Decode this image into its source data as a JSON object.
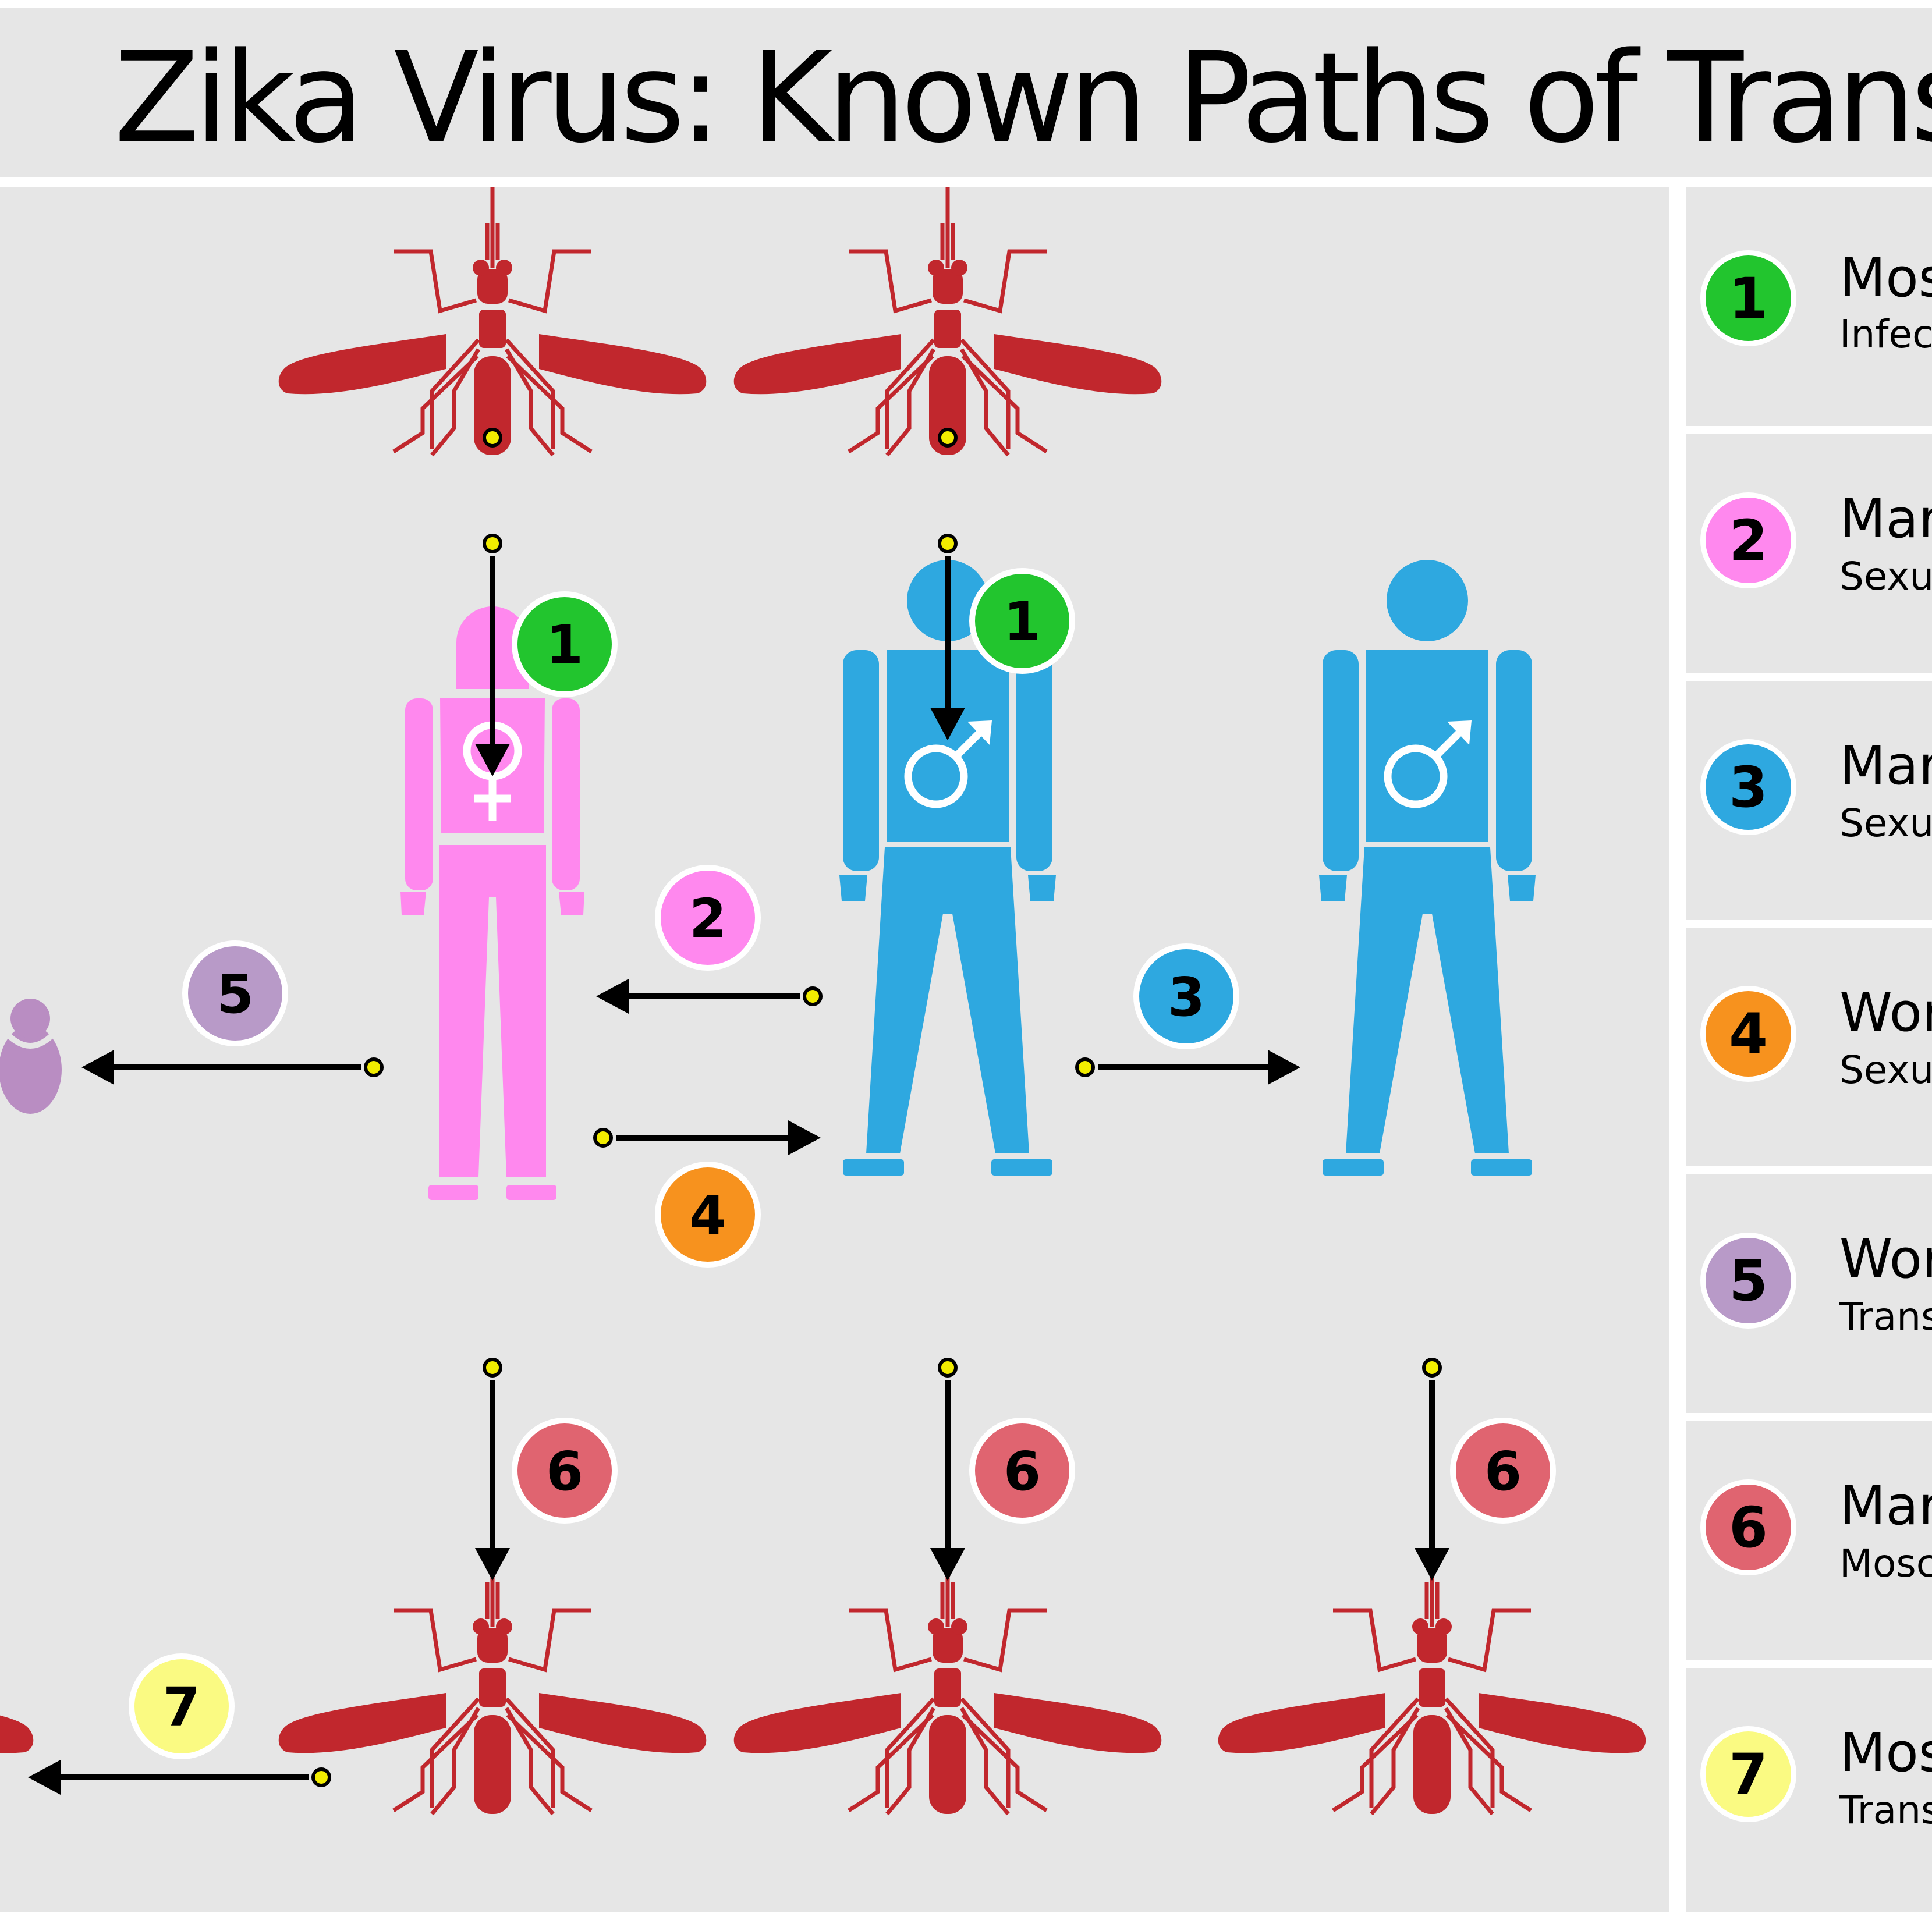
{
  "title": "Zika Virus: Known Paths of Transmiss",
  "colors": {
    "background": "#e6e6e6",
    "mosquito": "#c1272d",
    "woman": "#ff88ee",
    "man": "#2ea8e0",
    "baby": "#b98dc2",
    "arrow": "#000000",
    "connector_dot": "#f2ed00"
  },
  "legend": [
    {
      "number": "1",
      "color": "#22c52e",
      "name": "Mos",
      "description": "Infect"
    },
    {
      "number": "2",
      "color": "#ff88ee",
      "name": "Mar",
      "description": "Sexua"
    },
    {
      "number": "3",
      "color": "#2ea8e0",
      "name": "Mar",
      "description": "Sexua"
    },
    {
      "number": "4",
      "color": "#f7921e",
      "name": "Wor",
      "description": "Sexua"
    },
    {
      "number": "5",
      "color": "#b89ac8",
      "name": "Wor",
      "description": "Trans"
    },
    {
      "number": "6",
      "color": "#e06470",
      "name": "Mar",
      "description": "Mosc"
    },
    {
      "number": "7",
      "color": "#fafa82",
      "name": "Mos",
      "description": "Trans"
    }
  ],
  "diagram": {
    "icons": [
      "mosquito-icon",
      "woman-icon",
      "man-icon",
      "baby-icon"
    ],
    "figure_symbols": {
      "woman": "♀",
      "man": "♂"
    },
    "badges": [
      {
        "number": "1",
        "color": "#22c52e"
      },
      {
        "number": "1",
        "color": "#22c52e"
      },
      {
        "number": "2",
        "color": "#ff88ee"
      },
      {
        "number": "3",
        "color": "#2ea8e0"
      },
      {
        "number": "4",
        "color": "#f7921e"
      },
      {
        "number": "5",
        "color": "#b89ac8"
      },
      {
        "number": "6",
        "color": "#e06470"
      },
      {
        "number": "6",
        "color": "#e06470"
      },
      {
        "number": "6",
        "color": "#e06470"
      },
      {
        "number": "7",
        "color": "#fafa82"
      }
    ]
  }
}
